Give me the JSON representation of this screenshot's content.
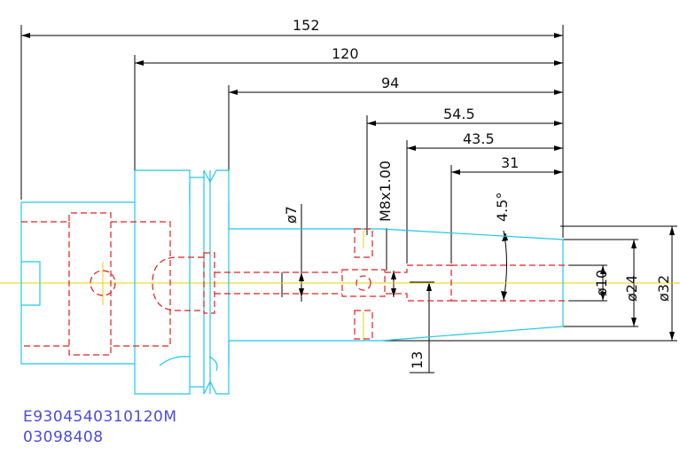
{
  "drawing": {
    "dimensions": {
      "overall_length": "152",
      "length_120": "120",
      "length_94": "94",
      "length_54_5": "54.5",
      "length_43_5": "43.5",
      "length_31": "31",
      "dia_7": "ø7",
      "thread": "M8x1.00",
      "taper_angle": "4.5°",
      "dia_10": "ø10",
      "dia_24": "ø24",
      "dia_32": "ø32",
      "depth_13": "13"
    },
    "part_code": "E9304540310120M",
    "part_number": "03098408",
    "colors": {
      "outline": "#22c8e6",
      "hidden": "#e02020",
      "centerline": "#e6d400",
      "dimension": "#000000",
      "code_text": "#4b4be0"
    }
  }
}
